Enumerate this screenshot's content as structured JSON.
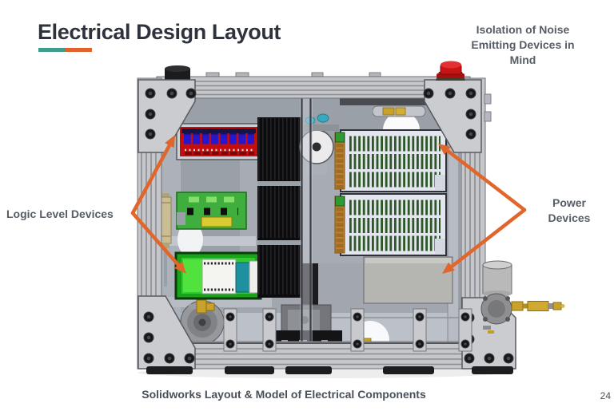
{
  "slide": {
    "title": "Electrical Design Layout",
    "caption": "Solidworks Layout & Model of Electrical Components",
    "page_number": "24",
    "colors": {
      "accent_teal": "#3d9c8c",
      "accent_orange": "#e2622b",
      "arrow": "#e0662c",
      "title_text": "#2d323c",
      "label_text": "#575d66"
    }
  },
  "annotations": {
    "noise_isolation": "Isolation of Noise Emitting Devices in Mind",
    "logic_devices": "Logic Level Devices",
    "power_devices": "Power Devices"
  }
}
